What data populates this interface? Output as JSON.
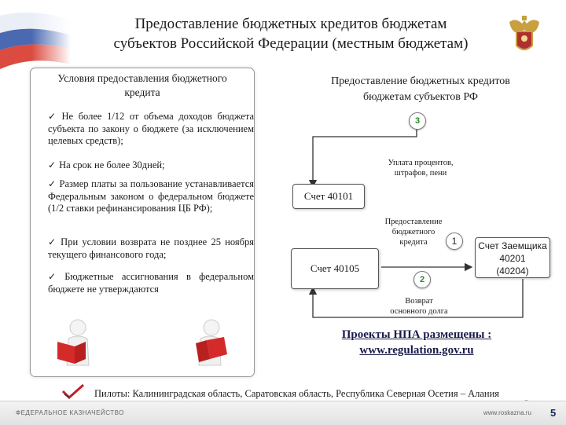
{
  "header": {
    "title_line1": "Предоставление бюджетных кредитов бюджетам",
    "title_line2": "субъектов Российской Федерации (местным бюджетам)"
  },
  "left_panel": {
    "heading_line1": "Условия предоставления бюджетного",
    "heading_line2": "кредита",
    "conditions": [
      "Не более 1/12 от объема доходов бюджета субъекта по закону о бюджете (за исключением целевых средств);",
      "На срок не более 30дней;",
      "Размер платы за пользование устанавливается Федеральным законом о федеральном бюджете (1/2 ставки рефинансирования ЦБ РФ);",
      "При условии возврата не позднее 25 ноября текущего финансового года;",
      "Бюджетные ассигнования в федеральном бюджете не утверждаются"
    ]
  },
  "diagram": {
    "heading_line1": "Предоставление бюджетных кредитов",
    "heading_line2": "бюджетам субъектов РФ",
    "step3": "3",
    "step1": "1",
    "step2": "2",
    "interest_label_line1": "Уплата процентов,",
    "interest_label_line2": "штрафов, пени",
    "account_40101": "Счет 40101",
    "account_40105": "Счет 40105",
    "provision_label_line1": "Предоставление",
    "provision_label_line2": "бюджетного",
    "provision_label_line3": "кредита",
    "borrower_line1": "Счет Заемщика",
    "borrower_line2": "40201",
    "borrower_line3": "(40204)",
    "return_label_line1": "Возврат",
    "return_label_line2": "основного долга"
  },
  "npa": {
    "line1": "Проекты НПА размещены :",
    "line2": "www.regulation.gov.ru"
  },
  "pilots": "Пилоты: Калининградская область, Саратовская область, Республика Северная Осетия – Алания",
  "footer": {
    "org": "ФЕДЕРАЛЬНОЕ КАЗНАЧЕЙСТВО",
    "site": "www.roskazna.ru",
    "page": "5",
    "page_faint": "5"
  },
  "colors": {
    "step_number": "#2a8a2a",
    "flag_white": "#ffffff",
    "flag_blue": "#2c4fa3",
    "flag_red": "#d52b1e",
    "emblem_gold": "#c8a040"
  },
  "icons": [
    "russian-flag-icon",
    "treasury-emblem-icon",
    "person-reading-icon",
    "checkmark-icon",
    "checkmark-logo-icon"
  ]
}
